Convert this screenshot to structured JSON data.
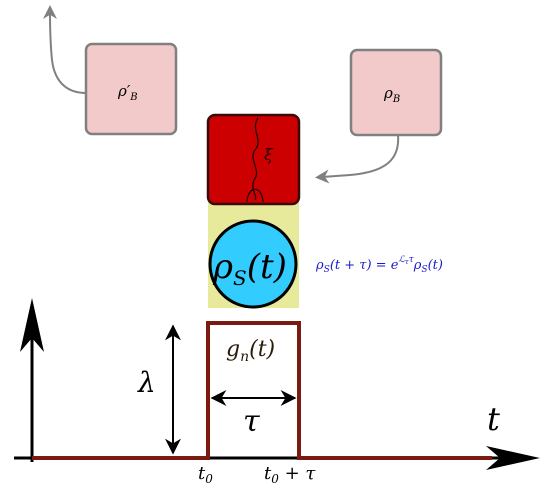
{
  "labels": {
    "rho_b_prime": "ρ′",
    "rho_b_prime_sub": "B",
    "rho_b": "ρ",
    "rho_b_sub": "B",
    "xi": "ξ",
    "rho_s_main": "ρ",
    "rho_s_sub": "S",
    "rho_s_arg": "(t)",
    "evolution_lhs": "ρ",
    "evolution_lhs_sub": "S",
    "evolution_lhs_arg": "(t + τ) = e",
    "evolution_exp": "ℒ",
    "evolution_exp_sub": "τ",
    "evolution_exp_tail": "τ",
    "evolution_rhs": "ρ",
    "evolution_rhs_sub": "S",
    "evolution_rhs_arg": "(t)",
    "g_main": "g",
    "g_sub": "n",
    "g_arg": "(t)",
    "lambda": "λ",
    "tau": "τ",
    "t_axis": "t",
    "t0": "t",
    "t0_sub": "0",
    "t0_plus_tau": "t",
    "t0_plus_tau_sub": "0",
    "t0_plus_tau_tail": " + τ"
  },
  "colors": {
    "bath_box_fill": "#f2caca",
    "bath_box_stroke": "#808080",
    "interaction_fill": "#cc0000",
    "interaction_stroke": "#3a0a0a",
    "system_fill": "#33ccff",
    "highlight": "#e6ea9a",
    "pulse": "#7a1a10",
    "axis": "#000000",
    "equation": "#1a1acc"
  }
}
